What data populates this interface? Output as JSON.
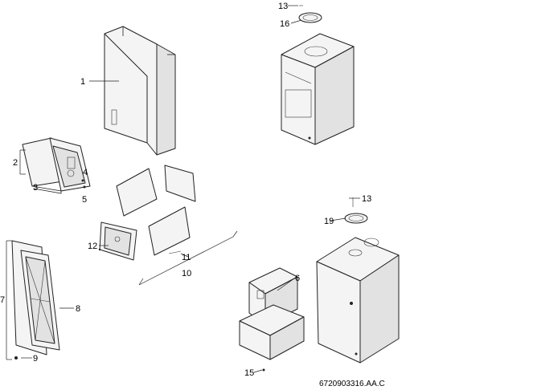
{
  "callouts": {
    "c1": "1",
    "c2": "2",
    "c3": "3",
    "c4": "4",
    "c5": "5",
    "c6": "6",
    "c7": "7",
    "c8": "8",
    "c9": "9",
    "c10": "10",
    "c11": "11",
    "c12": "12",
    "c13a": "13",
    "c13b": "13",
    "c15": "15",
    "c16": "16",
    "c19": "19"
  },
  "document_number": "6720903316.AA.C"
}
